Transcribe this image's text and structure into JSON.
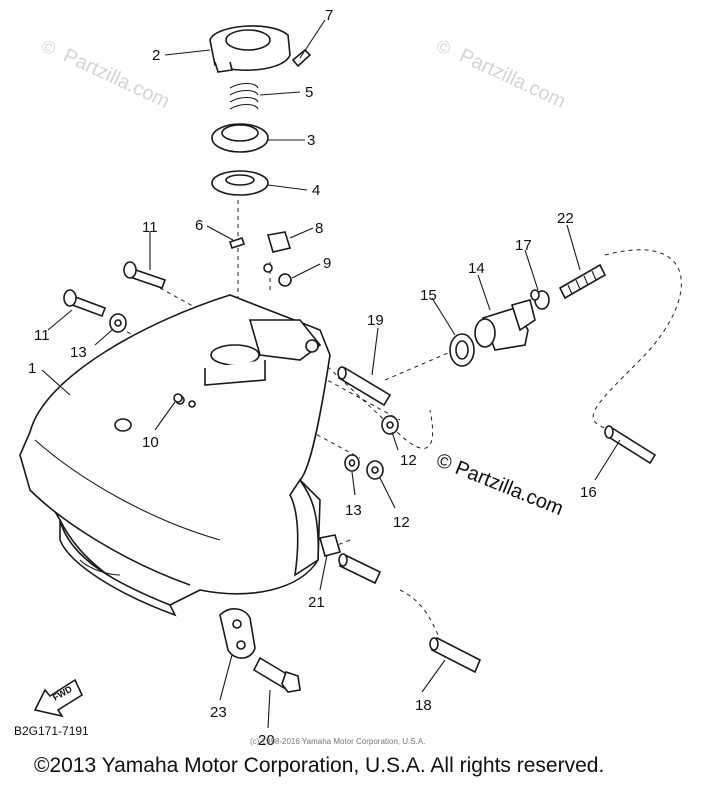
{
  "diagram": {
    "watermarks": {
      "symbol": "©",
      "site": "Partzilla.com"
    },
    "watermark_main": "© Partzilla.com",
    "fwd_label": "FWD",
    "diagram_code": "B2G171-7191",
    "small_copyright": "(c) 1998-2016 Yamaha Motor Corporation, U.S.A.",
    "footer_copyright": "©2013 Yamaha Motor Corporation, U.S.A. All rights reserved.",
    "callouts": {
      "c1": "1",
      "c2": "2",
      "c3": "3",
      "c4": "4",
      "c5": "5",
      "c6": "6",
      "c7": "7",
      "c8": "8",
      "c9": "9",
      "c10": "10",
      "c11a": "11",
      "c11b": "11",
      "c12a": "12",
      "c12b": "12",
      "c13a": "13",
      "c13b": "13",
      "c14": "14",
      "c15": "15",
      "c16": "16",
      "c17": "17",
      "c18": "18",
      "c19": "19",
      "c20": "20",
      "c21": "21",
      "c22": "22",
      "c23": "23"
    }
  }
}
